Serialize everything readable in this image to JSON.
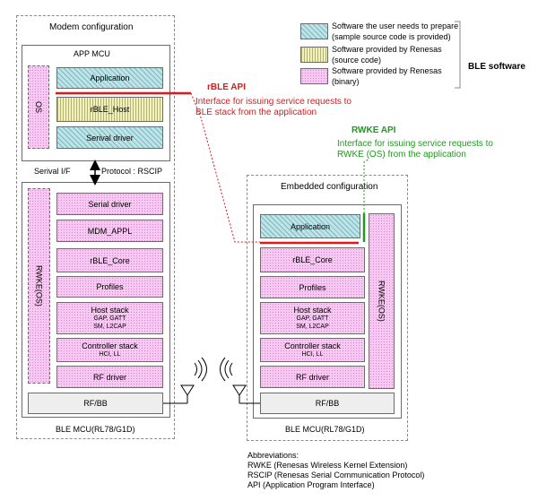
{
  "modem": {
    "title": "Modem configuration",
    "app_mcu": "APP MCU",
    "os": "OS",
    "application": "Application",
    "rble_host": "rBLE_Host",
    "serial_driver": "Serival driver",
    "serial_if": "Serival I/F",
    "protocol": "Protocol : RSCIP",
    "ble_mcu": {
      "rwke": "RWKE(OS)",
      "serial_driver": "Serial driver",
      "mdm_appl": "MDM_APPL",
      "rble_core": "rBLE_Core",
      "profiles": "Profiles",
      "host_stack": "Host stack",
      "host_stack_sub1": "GAP, GATT",
      "host_stack_sub2": "SM, L2CAP",
      "controller_stack": "Controller stack",
      "controller_sub": "HCI, LL",
      "rf_driver": "RF driver",
      "rfbb": "RF/BB",
      "label": "BLE MCU(RL78/G1D)"
    }
  },
  "embedded": {
    "title": "Embedded configuration",
    "application": "Application",
    "rwke": "RWKE(OS)",
    "rble_core": "rBLE_Core",
    "profiles": "Profiles",
    "host_stack": "Host stack",
    "host_stack_sub1": "GAP, GATT",
    "host_stack_sub2": "SM, L2CAP",
    "controller_stack": "Controller stack",
    "controller_sub": "HCI, LL",
    "rf_driver": "RF driver",
    "rfbb": "RF/BB",
    "label": "BLE MCU(RL78/G1D)"
  },
  "legend": {
    "user_line1": "Software the user needs to prepare",
    "user_line2": "(sample source code is provided)",
    "renesas_src_line1": "Software provided by Renesas",
    "renesas_src_line2": "(source code)",
    "renesas_bin_line1": "Software provided by Renesas",
    "renesas_bin_line2": "(binary)",
    "ble_software": "BLE software"
  },
  "annotations": {
    "rble_api": "rBLE API",
    "rble_desc_line1": "Interface for issuing service requests to",
    "rble_desc_line2": "BLE stack from the application",
    "rwke_api": "RWKE API",
    "rwke_desc_line1": "Interface for issuing service requests to",
    "rwke_desc_line2": "RWKE (OS) from the application"
  },
  "abbreviations": {
    "title": "Abbreviations:",
    "rwke": "RWKE (Renesas Wireless Kernel Extension)",
    "rscip": "RSCIP (Renesas Serial Communication  Protocol)",
    "api": "API (Application Program Interface)"
  },
  "colors": {
    "api_red": "#e01818",
    "api_green": "#1e9a1e",
    "pink": "#f7c8f2",
    "teal": "#bfe4e8",
    "olive": "#f1f0c0"
  }
}
